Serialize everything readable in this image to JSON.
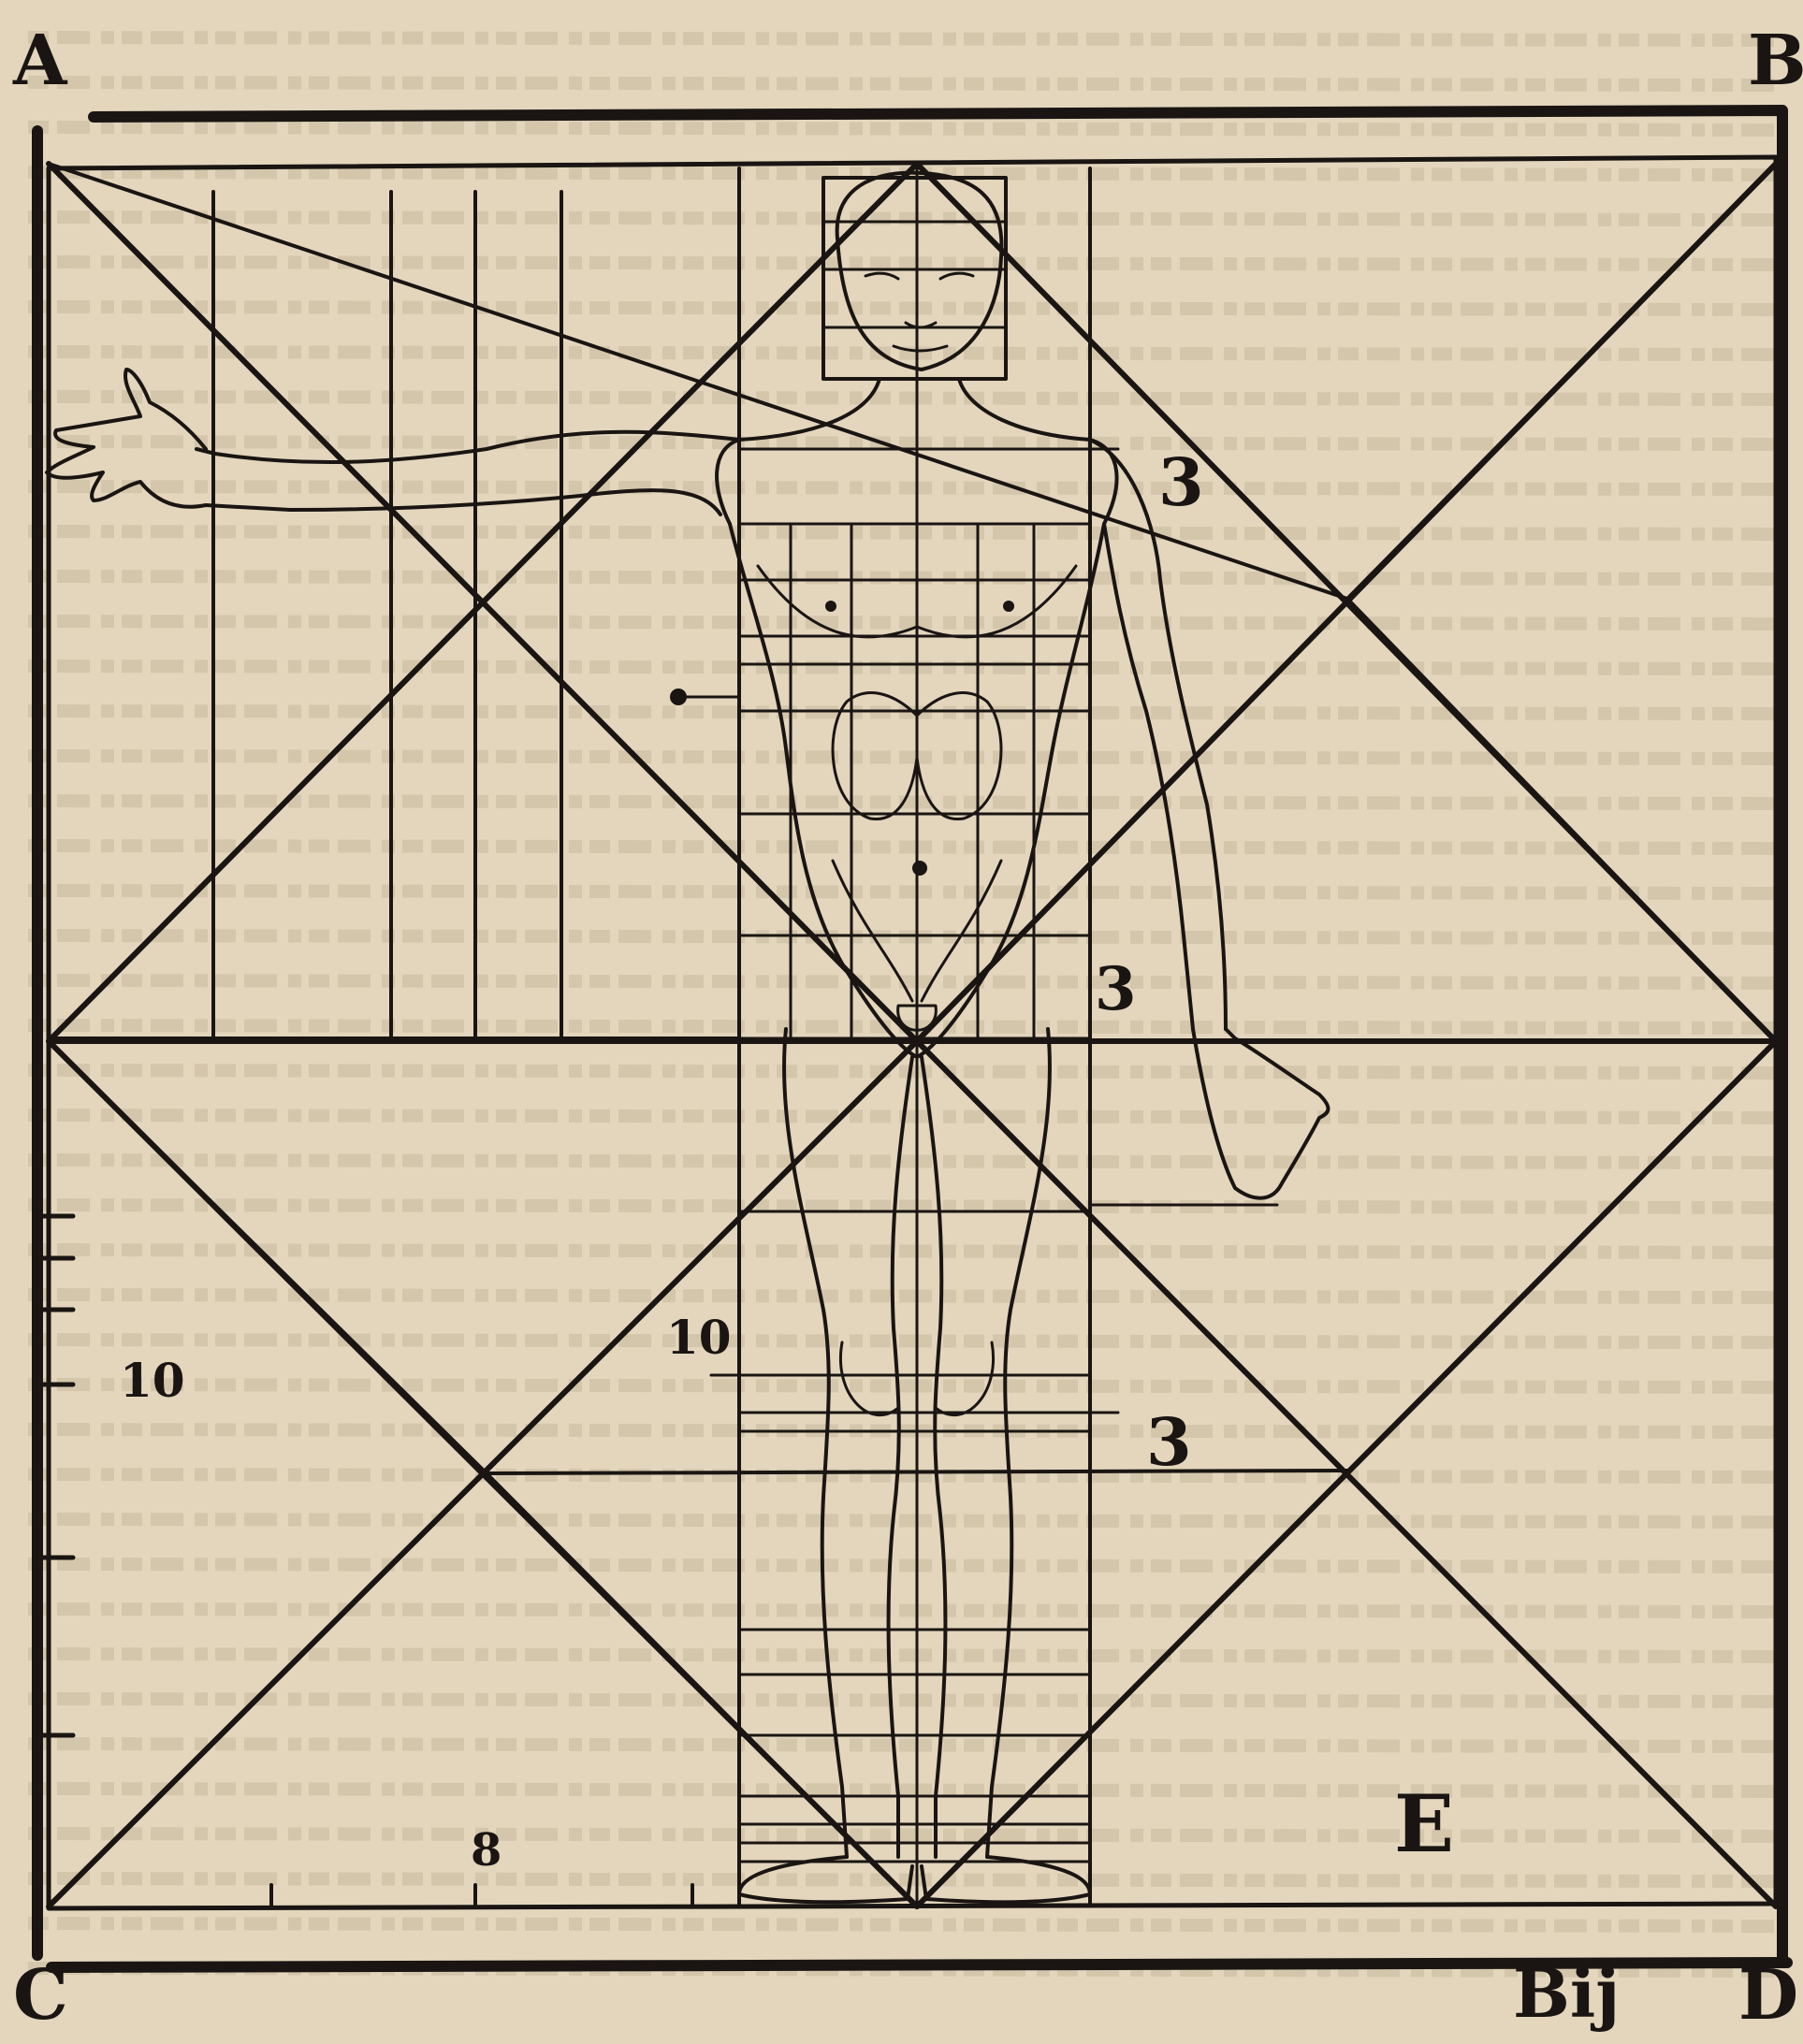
{
  "corner_labels": {
    "top_left": "A",
    "top_right": "B",
    "bottom_left": "C",
    "bottom_right": "D"
  },
  "signature": "Bij",
  "marks": {
    "three_top": "3",
    "three_mid": "3",
    "three_low": "3",
    "ten_left": "10",
    "ten_mid": "10",
    "eight": "8",
    "monogram": "E"
  },
  "palette": {
    "paper": "#e3d6bd",
    "ink": "#1a1512",
    "bleed_text": "#c2b396"
  }
}
